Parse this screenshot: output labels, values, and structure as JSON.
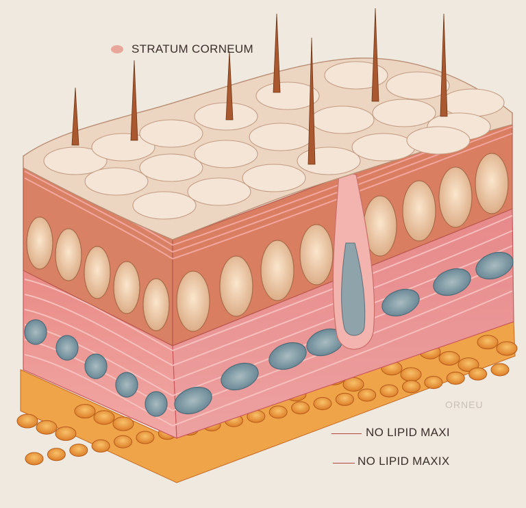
{
  "labels": {
    "stratum_corneum": "STRATUM CORNEUM",
    "faded_label": "ORNEU",
    "lipid_label_1": "NO LIPID MAXI",
    "lipid_label_2": "NO LIPID MAXIX"
  },
  "colors": {
    "paper": "#efe9df",
    "corneum": "#eed9c6",
    "epidermis": "#e98c8e",
    "dermis": "#ef9ea0",
    "fat": "#e9953d",
    "hair": "#a9582f",
    "vessel": "#7d9aa6"
  }
}
